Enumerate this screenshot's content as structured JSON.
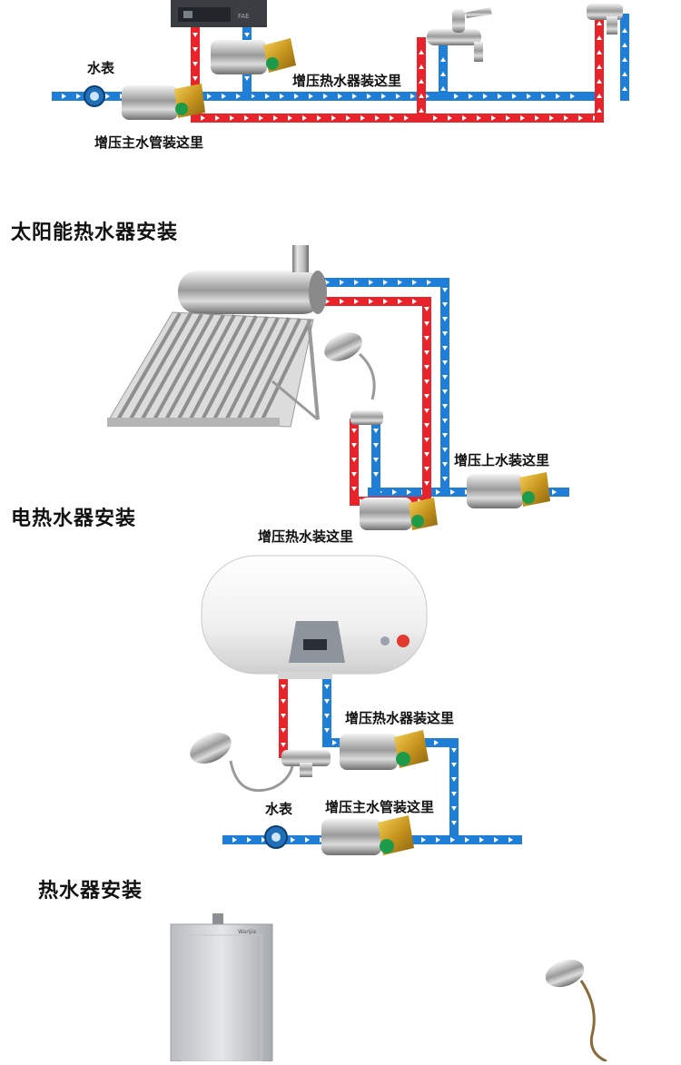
{
  "sections": {
    "solar": {
      "title": "太阳能热水器安装"
    },
    "electric": {
      "title": "电热水器安装"
    },
    "gas": {
      "title": "热水器安装"
    }
  },
  "labels": {
    "top_meter": "水表",
    "top_heater_pump": "增压热水器装这里",
    "top_main_pump": "增压主水管装这里",
    "solar_inlet_pump": "增压上水装这里",
    "solar_hot_pump": "增压热水装这里",
    "elec_meter": "水表",
    "elec_heater_pump": "增压热水器装这里",
    "elec_main_pump": "增压主水管装这里"
  },
  "colors": {
    "hot_pipe": "#e8232a",
    "cold_pipe": "#1f7fd6",
    "arrow": "#ffffff",
    "heading_text": "#111111"
  }
}
